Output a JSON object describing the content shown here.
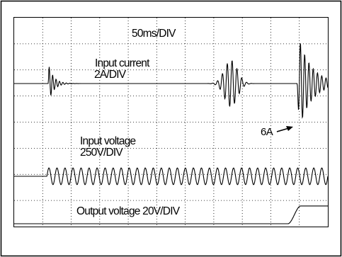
{
  "chart_data": {
    "type": "line",
    "time_base_label": "50ms/DIV",
    "annotation": "6A",
    "grid": true,
    "divisions": {
      "x": 11,
      "y": 8
    },
    "traces": [
      {
        "label_line1": "Input current",
        "label_line2": "2A/DIV",
        "volts_per_div": "2A/DIV",
        "events": [
          {
            "t_div": 1.2,
            "peak_div": 0.75,
            "desc": "inrush burst at power-on"
          },
          {
            "t_div": 7.6,
            "peak_div": 0.9,
            "desc": "oscillation burst"
          },
          {
            "t_div": 10.0,
            "peak_div": 1.7,
            "desc": "startup current burst",
            "peak_amps": 6
          }
        ]
      },
      {
        "label_line1": "Input voltage",
        "label_line2": "250V/DIV",
        "volts_per_div": "250V/DIV",
        "ac_start_div": 1.15,
        "cycles": 35,
        "amplitude_div": 0.32
      },
      {
        "label_line1": "Output voltage 20V/DIV",
        "volts_per_div": "20V/DIV",
        "step_start_div": 9.6,
        "step_end_div": 10.05,
        "step_height_div": 0.68
      }
    ]
  }
}
